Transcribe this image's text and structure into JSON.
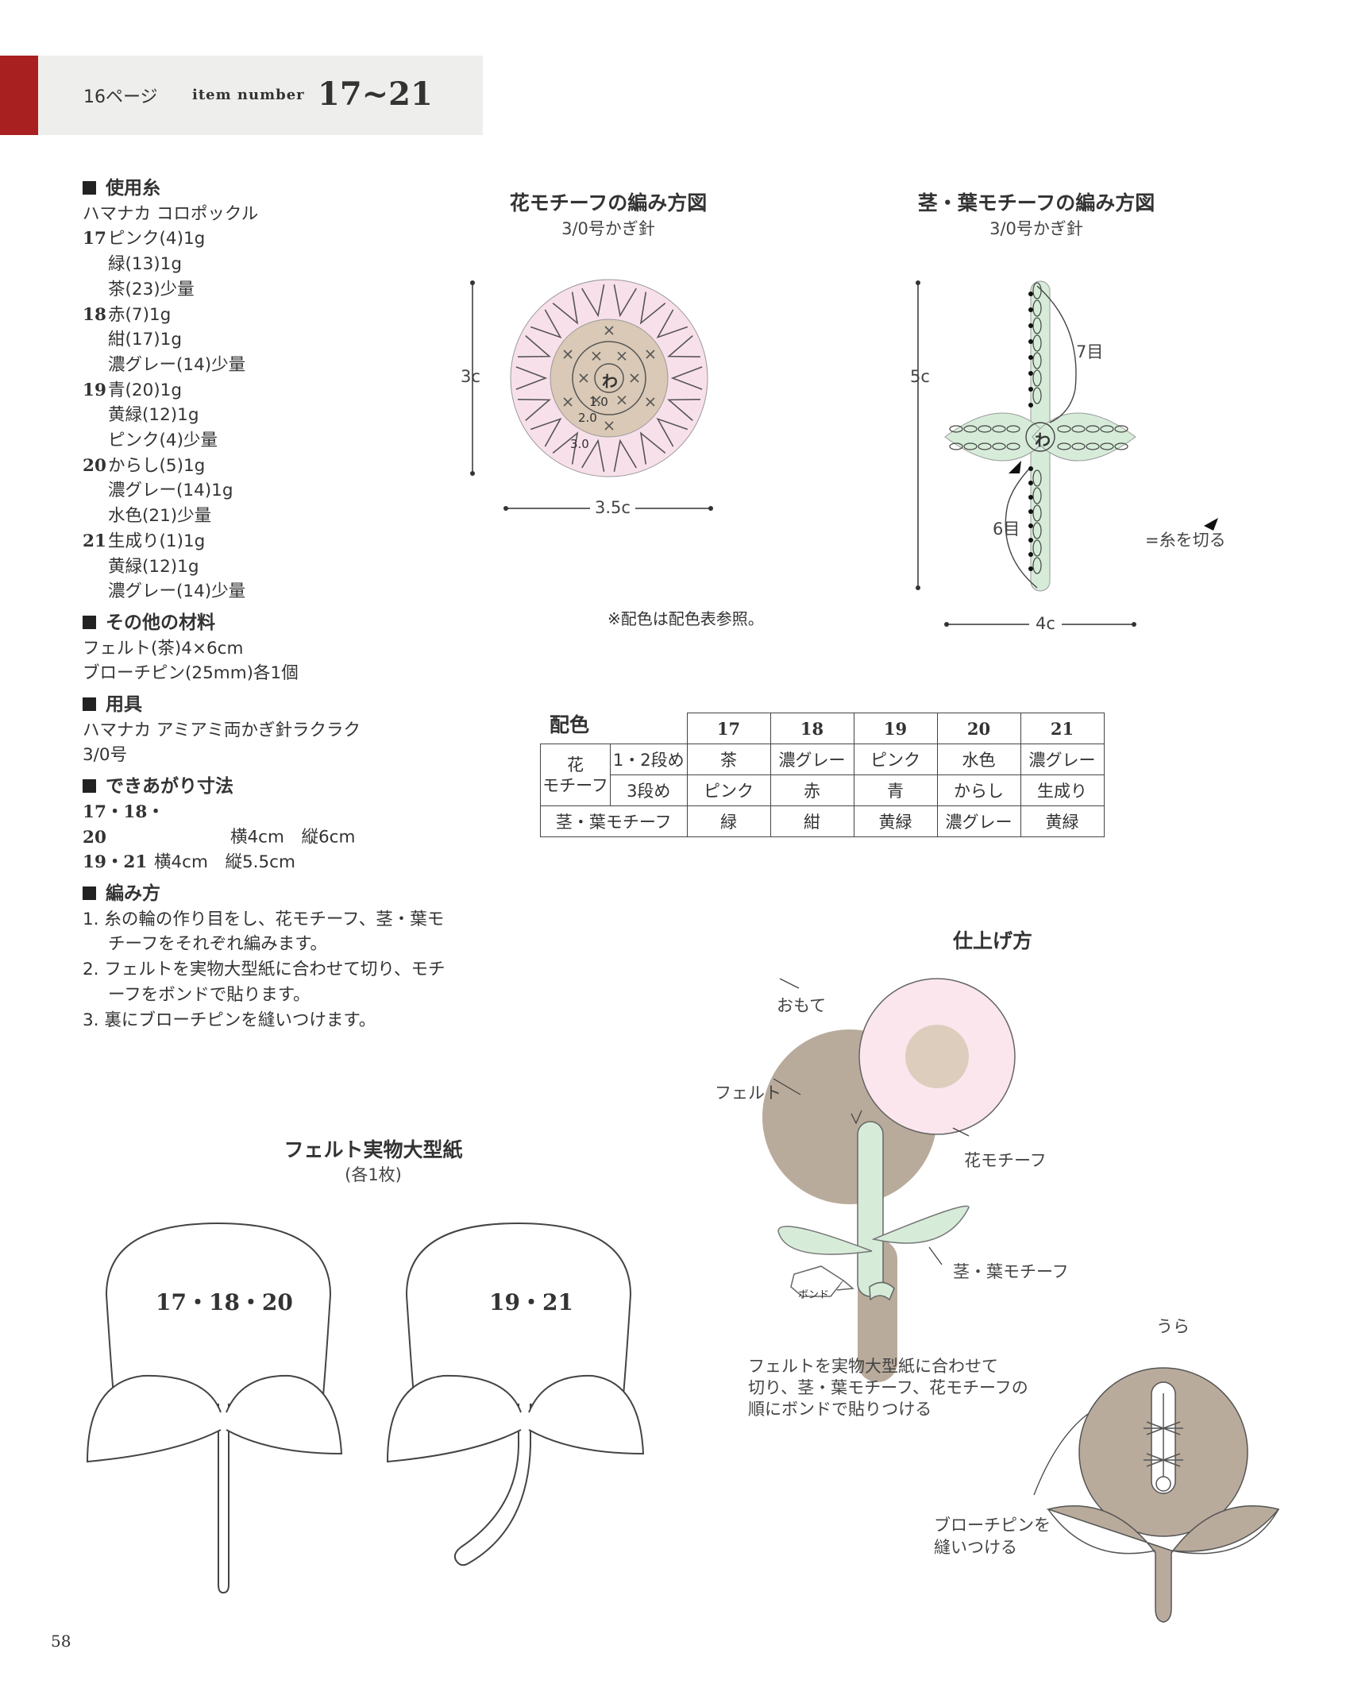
{
  "header": {
    "page": "16ページ",
    "item_label": "item number",
    "item_range": "17~21"
  },
  "yarn": {
    "heading": "使用糸",
    "brand": "ハマナカ コロポックル",
    "items": [
      {
        "num": "17",
        "lines": [
          "ピンク(4)1g",
          "緑(13)1g",
          "茶(23)少量"
        ]
      },
      {
        "num": "18",
        "lines": [
          "赤(7)1g",
          "紺(17)1g",
          "濃グレー(14)少量"
        ]
      },
      {
        "num": "19",
        "lines": [
          "青(20)1g",
          "黄緑(12)1g",
          "ピンク(4)少量"
        ]
      },
      {
        "num": "20",
        "lines": [
          "からし(5)1g",
          "濃グレー(14)1g",
          "水色(21)少量"
        ]
      },
      {
        "num": "21",
        "lines": [
          "生成り(1)1g",
          "黄緑(12)1g",
          "濃グレー(14)少量"
        ]
      }
    ]
  },
  "other": {
    "heading": "その他の材料",
    "lines": [
      "フェルト(茶)4×6cm",
      "ブローチピン(25mm)各1個"
    ]
  },
  "tools": {
    "heading": "用具",
    "lines": [
      "ハマナカ アミアミ両かぎ針ラクラク",
      "3/0号"
    ]
  },
  "size": {
    "heading": "できあがり寸法",
    "rows": [
      {
        "items": "17・18・20",
        "w": "横4cm",
        "h": "縦6cm"
      },
      {
        "items": "19・21",
        "w": "横4cm",
        "h": "縦5.5cm"
      }
    ]
  },
  "method": {
    "heading": "編み方",
    "steps": [
      "1. 糸の輪の作り目をし、花モチーフ、茎・葉モチーフをそれぞれ編みます。",
      "2. フェルトを実物大型紙に合わせて切り、モチーフをボンドで貼ります。",
      "3. 裏にブローチピンを縫いつけます。"
    ]
  },
  "flower_chart": {
    "title": "花モチーフの編み方図",
    "hook": "3/0号かぎ針",
    "height": "3c",
    "width": "3.5c",
    "center": "わ",
    "r1": "1.0",
    "r2": "2.0",
    "r3": "3.0",
    "note": "※配色は配色表参照。",
    "colors": {
      "outer": "#f8e0ea",
      "inner": "#d9c9b6"
    }
  },
  "stem_chart": {
    "title": "茎・葉モチーフの編み方図",
    "hook": "3/0号かぎ針",
    "height": "5c",
    "width": "4c",
    "top_count": "7目",
    "bottom_count": "6目",
    "center": "わ",
    "cut_legend": "=糸を切る",
    "colors": {
      "leaf": "#d6ecd9"
    }
  },
  "color_table": {
    "title": "配色",
    "headers": [
      "17",
      "18",
      "19",
      "20",
      "21"
    ],
    "flower_label": "花モチーフ",
    "flower_label_lines": [
      "花",
      "モチーフ"
    ],
    "rows": [
      {
        "label": "1・2段め",
        "values": [
          "茶",
          "濃グレー",
          "ピンク",
          "水色",
          "濃グレー"
        ]
      },
      {
        "label": "3段め",
        "values": [
          "ピンク",
          "赤",
          "青",
          "からし",
          "生成り"
        ]
      },
      {
        "label": "茎・葉モチーフ",
        "values": [
          "緑",
          "紺",
          "黄緑",
          "濃グレー",
          "黄緑"
        ]
      }
    ]
  },
  "finishing": {
    "title": "仕上げ方",
    "front": "おもて",
    "felt": "フェルト",
    "flower": "花モチーフ",
    "stem": "茎・葉モチーフ",
    "bond": "ボンド",
    "instructions": [
      "フェルトを実物大型紙に合わせて",
      "切り、茎・葉モチーフ、花モチーフの",
      "順にボンドで貼りつける"
    ],
    "back": "うら",
    "pin": [
      "ブローチピンを",
      "縫いつける"
    ],
    "colors": {
      "felt": "#b9ab9b",
      "flower": "#fbe6ee",
      "center": "#dccdbd",
      "leaf": "#d6ecd9"
    }
  },
  "pattern": {
    "title": "フェルト実物大型紙",
    "sub": "(各1枚)",
    "a": "17・18・20",
    "b": "19・21"
  },
  "page_number": "58"
}
